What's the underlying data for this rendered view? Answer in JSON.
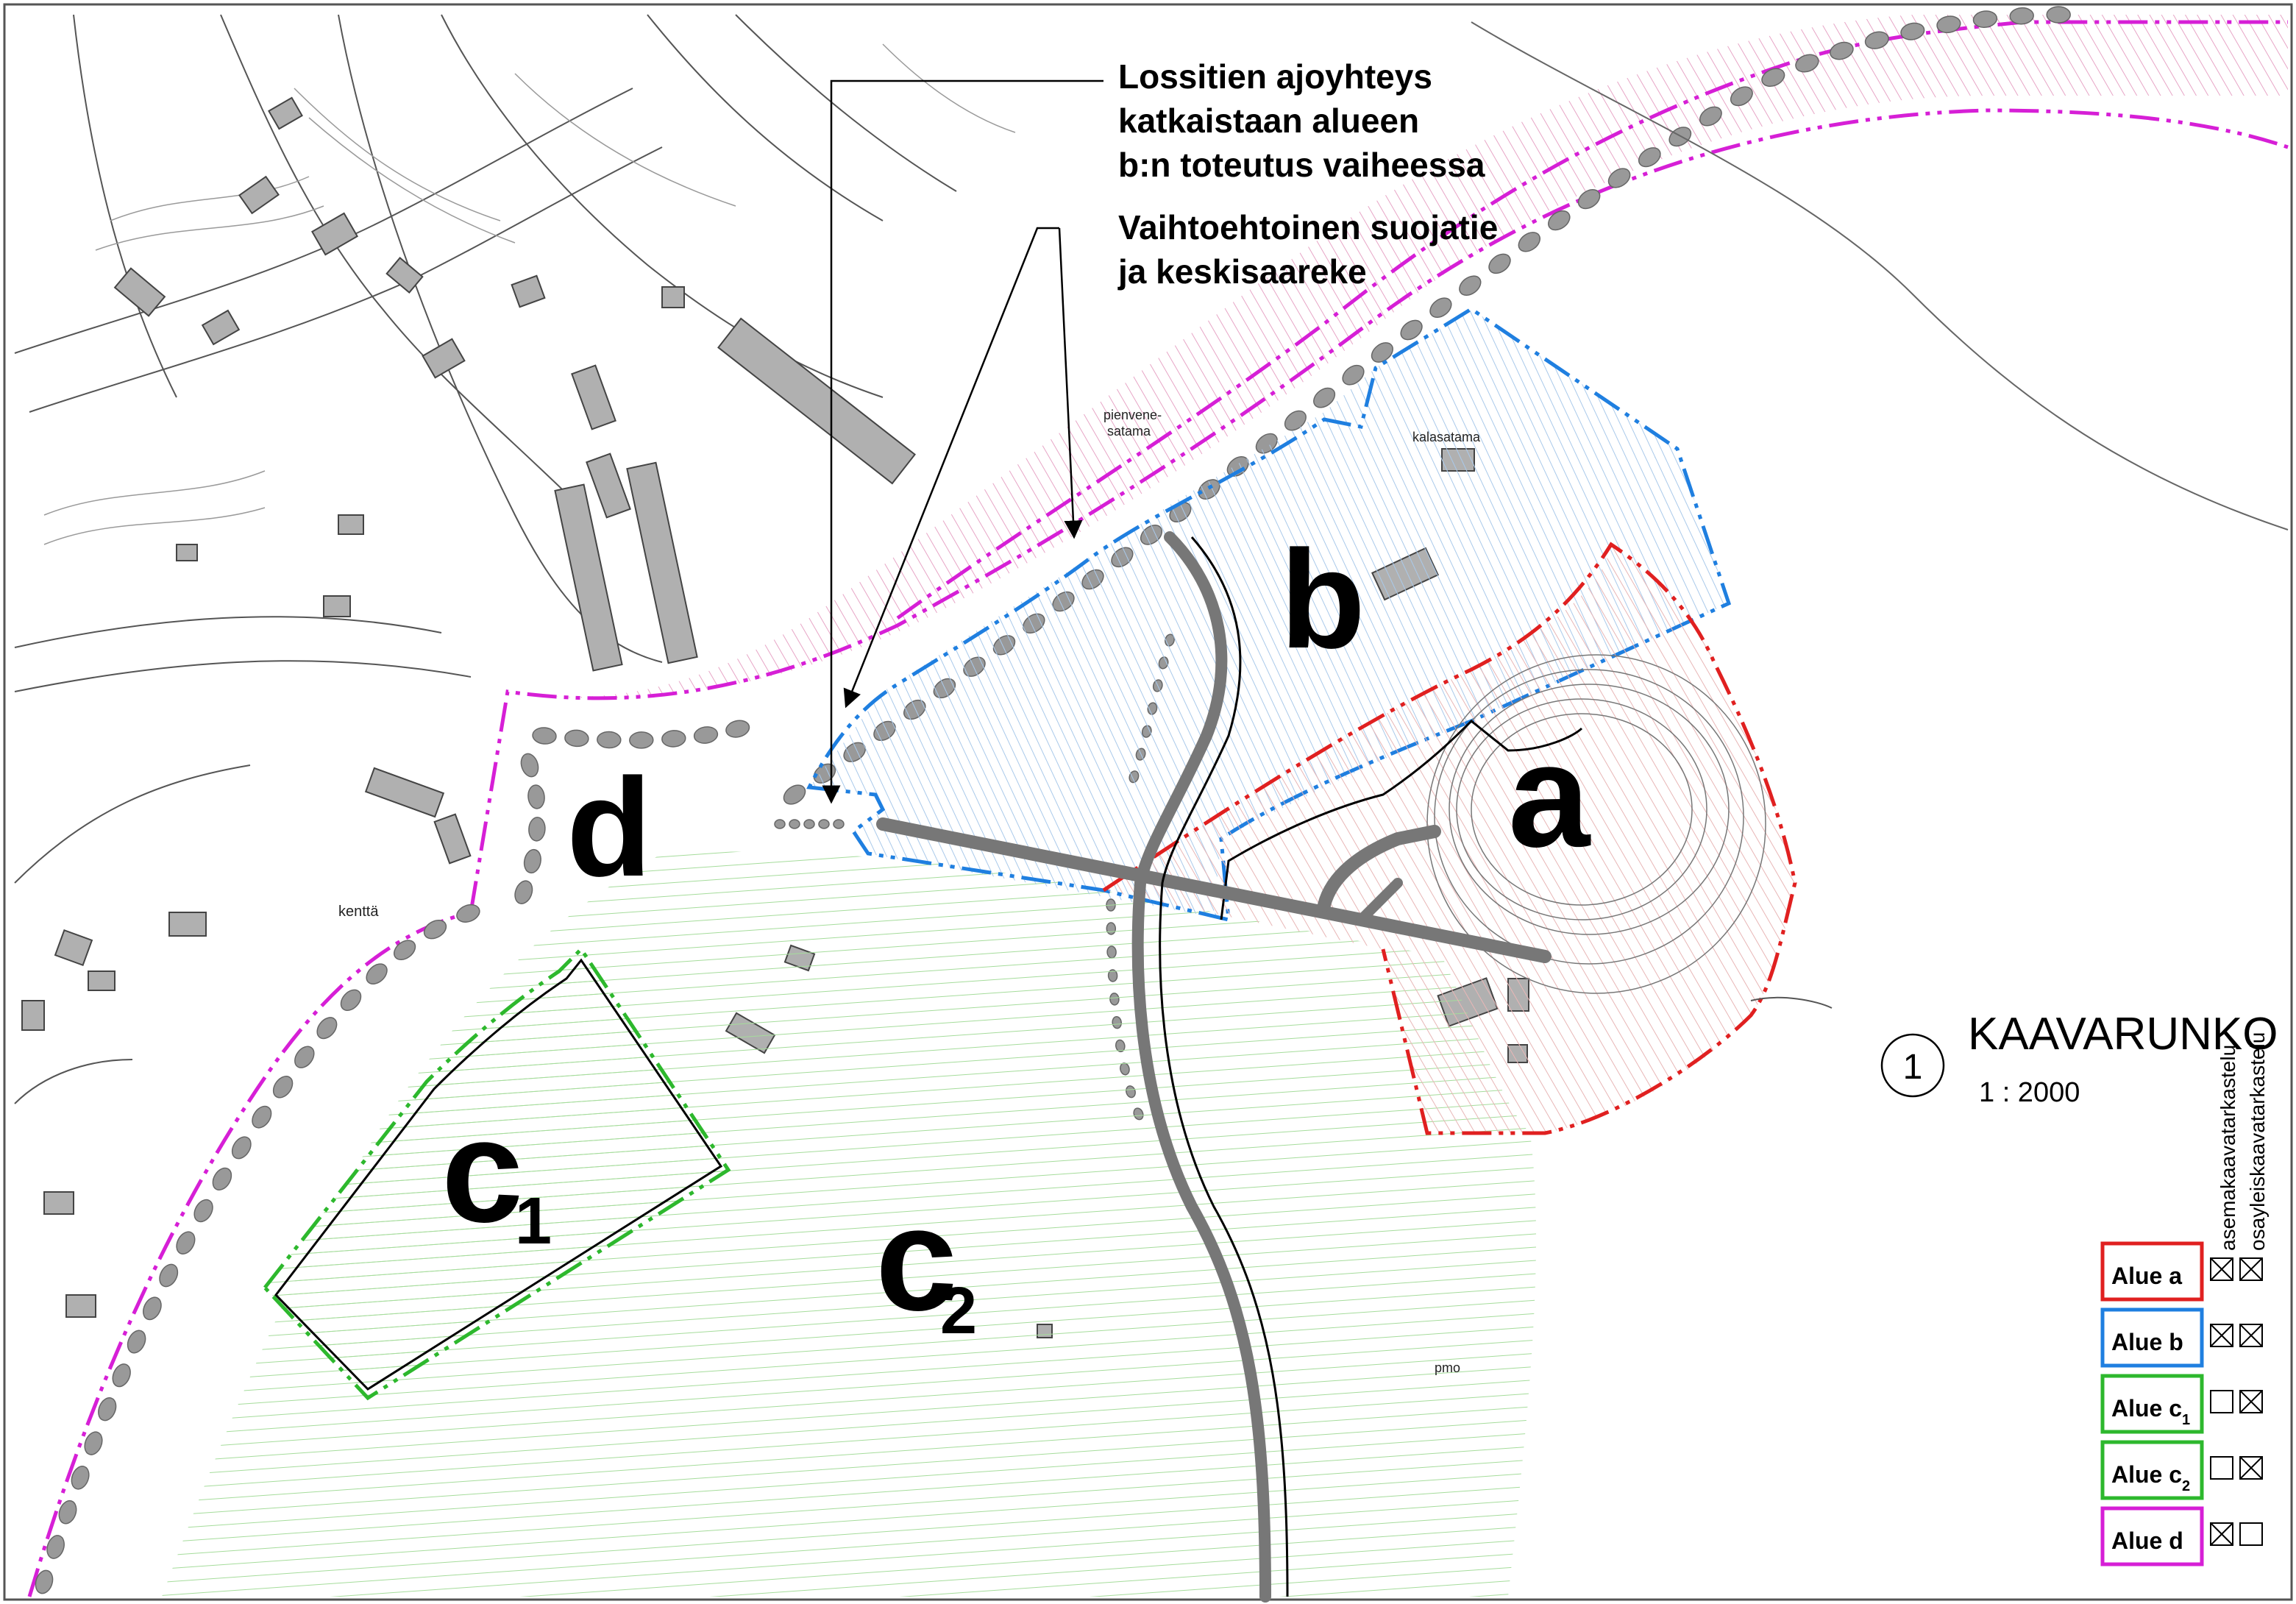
{
  "annotations": {
    "callout_1_lines": [
      "Lossitien ajoyhteys",
      "katkaistaan alueen",
      "b:n toteutus vaiheessa"
    ],
    "callout_2_lines": [
      "Vaihtoehtoinen suojatie",
      "ja keskisaareke"
    ]
  },
  "areas": {
    "a": "a",
    "b": "b",
    "c1_letter": "c",
    "c1_sub": "1",
    "c2_letter": "c",
    "c2_sub": "2",
    "d": "d"
  },
  "place_labels": {
    "pienvenesatama_1": "pienvene-",
    "pienvenesatama_2": "satama",
    "kalasatama": "kalasatama",
    "kentta": "kenttä",
    "pmo": "pmo"
  },
  "title_block": {
    "number": "1",
    "title": "KAAVARUNKO",
    "scale": "1 : 2000"
  },
  "legend": {
    "column_headers": [
      "asemakaavatarkastelu",
      "osayleiskaavatarkastelu"
    ],
    "items": [
      {
        "label": "Alue a",
        "sub": "",
        "color": "#e02020",
        "checks": [
          true,
          true
        ]
      },
      {
        "label": "Alue b",
        "sub": "",
        "color": "#1f7fe0",
        "checks": [
          true,
          true
        ]
      },
      {
        "label": "Alue c",
        "sub": "1",
        "color": "#2db82d",
        "checks": [
          false,
          true
        ]
      },
      {
        "label": "Alue c",
        "sub": "2",
        "color": "#2db82d",
        "checks": [
          false,
          true
        ]
      },
      {
        "label": "Alue d",
        "sub": "",
        "color": "#d61fd6",
        "checks": [
          true,
          false
        ]
      }
    ]
  },
  "colors": {
    "area_a": "#e02020",
    "area_b": "#1f7fe0",
    "area_c": "#2db82d",
    "area_d": "#d61fd6",
    "road": "#777777"
  }
}
